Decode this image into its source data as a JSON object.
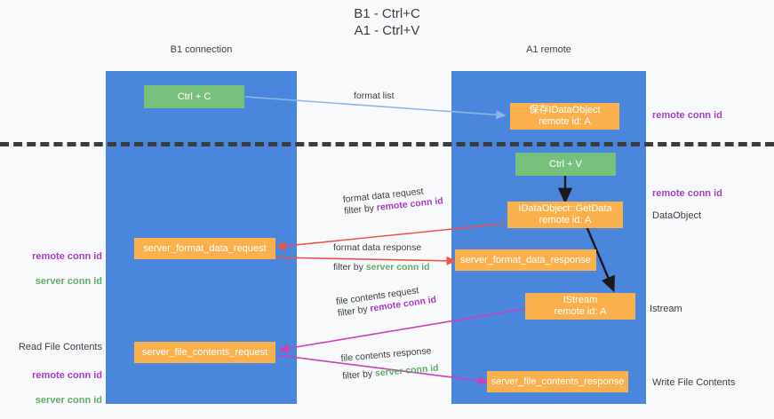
{
  "title": "B1 - Ctrl+C\nA1 - Ctrl+V",
  "columns": {
    "left": {
      "name": "B1",
      "role": "connection",
      "label": "B1\nconnection"
    },
    "right": {
      "name": "A1",
      "role": "remote",
      "label": "A1\nremote"
    }
  },
  "colors": {
    "lane": "#4a86dc",
    "box_green": "#78c17c",
    "box_orange": "#fbb04e",
    "remote_conn_id": "#a93cc4",
    "server_conn_id": "#5fad67",
    "arrow_blue": "#8ab7e8",
    "arrow_red": "#e8564a",
    "arrow_magenta": "#cf3fb8",
    "arrow_black": "#1a1a1a",
    "divider": "#3c3c3c",
    "background": "#f8f9fa"
  },
  "sections": {
    "copy": {
      "ctrl_c_box": "Ctrl + C",
      "save_dataobject_box": "保存IDataObject\nremote id: A",
      "arrow_label": "format list",
      "right_label_remote_conn_id": "remote conn id"
    },
    "paste": {
      "ctrl_v_box": "Ctrl + V",
      "getdata_box": "IDataObject::GetData\nremote id: A",
      "right_label_remote_conn_id": "remote conn id",
      "right_label_dataobject": "DataObject"
    },
    "format_data": {
      "request_box": "server_format_data_request",
      "response_box": "server_format_data_response",
      "request_label_line1": "format data request",
      "request_label_line2_prefix": "filter by ",
      "request_label_line2_key": "remote conn id",
      "response_label_line1": "format data response",
      "response_label_line2_prefix": "filter by ",
      "response_label_line2_key": "server conn id",
      "left_label_remote_conn_id": "remote conn id",
      "left_label_server_conn_id": "server conn id"
    },
    "file_contents": {
      "istream_box": "IStream\nremote id: A",
      "request_box": "server_file_contents_request",
      "response_box": "server_file_contents_response",
      "request_label_line1": "file contents request",
      "request_label_line2_prefix": "filter by ",
      "request_label_line2_key": "remote conn id",
      "response_label_line1": "file contents response",
      "response_label_line2_prefix": "filter by ",
      "response_label_line2_key": "server conn id",
      "left_label_read_file_contents": "Read File Contents",
      "left_label_remote_conn_id": "remote conn id",
      "left_label_server_conn_id": "server conn id",
      "right_label_istream": "Istream",
      "right_label_write_file_contents": "Write File Contents"
    }
  }
}
